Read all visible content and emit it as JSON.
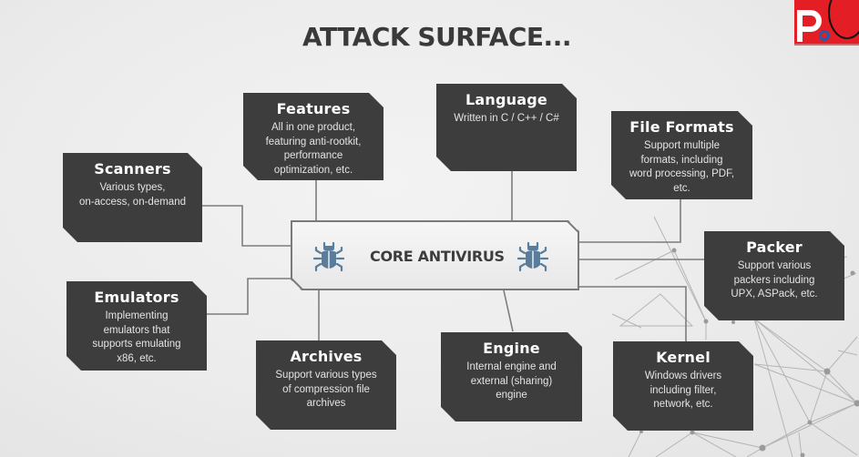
{
  "slide": {
    "title": "ATTACK SURFACE...",
    "accent_color": "#e31e24",
    "logo": {
      "letter": "P",
      "secondary_letter": "o",
      "primary_color": "#e31e24",
      "secondary_color": "#2a5aa8"
    }
  },
  "core": {
    "label": "CORE ANTIVIRUS",
    "icon": "bug-icon",
    "icon_color": "#5b7d9c"
  },
  "components": {
    "scanners": {
      "title": "Scanners",
      "description": "Various types,\non-access, on-demand"
    },
    "features": {
      "title": "Features",
      "description": "All in one product,\nfeaturing anti-rootkit,\nperformance\noptimization, etc."
    },
    "language": {
      "title": "Language",
      "description": "Written in C / C++ / C#"
    },
    "file_formats": {
      "title": "File Formats",
      "description": "Support multiple\nformats, including\nword processing, PDF,\netc."
    },
    "packer": {
      "title": "Packer",
      "description": "Support various\npackers including\nUPX, ASPack, etc."
    },
    "emulators": {
      "title": "Emulators",
      "description": "Implementing\nemulators that\nsupports emulating\nx86, etc."
    },
    "archives": {
      "title": "Archives",
      "description": "Support various types\nof compression file\narchives"
    },
    "engine": {
      "title": "Engine",
      "description": "Internal engine and\nexternal (sharing)\nengine"
    },
    "kernel": {
      "title": "Kernel",
      "description": "Windows drivers\nincluding filter,\nnetwork, etc."
    }
  }
}
